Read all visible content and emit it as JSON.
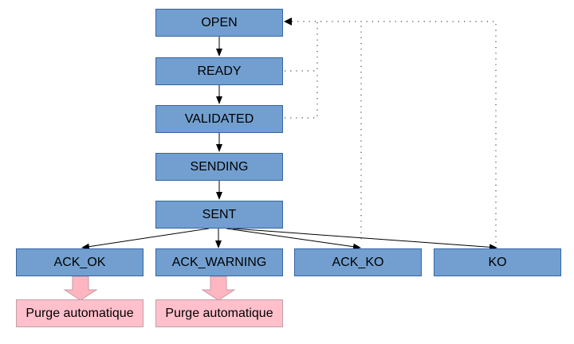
{
  "states": {
    "open": "OPEN",
    "ready": "READY",
    "validated": "VALIDATED",
    "sending": "SENDING",
    "sent": "SENT",
    "ack_ok": "ACK_OK",
    "ack_warning": "ACK_WARNING",
    "ack_ko": "ACK_KO",
    "ko": "KO"
  },
  "actions": {
    "purge_ok": "Purge automatique",
    "purge_warning": "Purge automatique"
  },
  "colors": {
    "state_fill": "#729fcf",
    "state_border": "#3465a4",
    "purge_fill": "#ffc0cb",
    "purge_arrow": "#ffb6c1",
    "line": "#000000"
  },
  "edges": [
    {
      "from": "open",
      "to": "ready",
      "style": "solid"
    },
    {
      "from": "ready",
      "to": "validated",
      "style": "solid"
    },
    {
      "from": "validated",
      "to": "sending",
      "style": "solid"
    },
    {
      "from": "sending",
      "to": "sent",
      "style": "solid"
    },
    {
      "from": "sent",
      "to": "ack_ok",
      "style": "solid"
    },
    {
      "from": "sent",
      "to": "ack_warning",
      "style": "solid"
    },
    {
      "from": "sent",
      "to": "ack_ko",
      "style": "solid"
    },
    {
      "from": "sent",
      "to": "ko",
      "style": "solid"
    },
    {
      "from": "ready",
      "to": "open",
      "style": "dotted"
    },
    {
      "from": "validated",
      "to": "open",
      "style": "dotted"
    },
    {
      "from": "ack_ko",
      "to": "open",
      "style": "dotted"
    },
    {
      "from": "ko",
      "to": "open",
      "style": "dotted"
    },
    {
      "from": "ack_ok",
      "to": "purge_ok",
      "style": "block-arrow"
    },
    {
      "from": "ack_warning",
      "to": "purge_warning",
      "style": "block-arrow"
    }
  ]
}
